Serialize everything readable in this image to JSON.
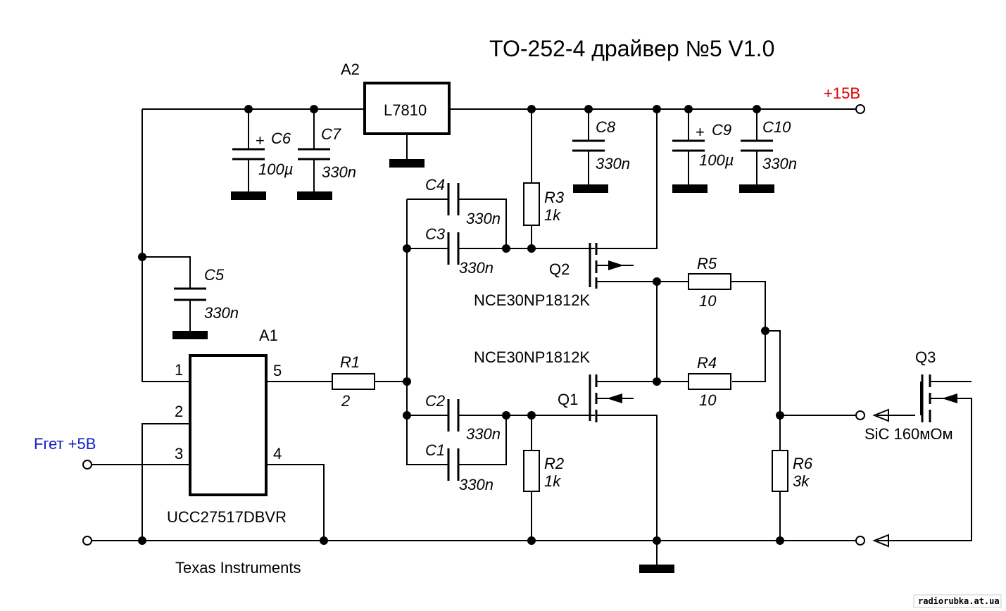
{
  "title": "TO-252-4 драйвер №5 V1.0",
  "supply_label": "+15В",
  "input_label": "Fгет +5В",
  "manufacturer": "Texas Instruments",
  "watermark": "radiorubka.at.ua",
  "components": {
    "A1": {
      "ref": "A1",
      "part": "UCC27517DBVR",
      "pins": [
        "1",
        "2",
        "3",
        "4",
        "5"
      ]
    },
    "A2": {
      "ref": "A2",
      "part": "L7810"
    },
    "C1": {
      "ref": "C1",
      "value": "330n"
    },
    "C2": {
      "ref": "C2",
      "value": "330n"
    },
    "C3": {
      "ref": "C3",
      "value": "330n"
    },
    "C4": {
      "ref": "C4",
      "value": "330n"
    },
    "C5": {
      "ref": "C5",
      "value": "330n"
    },
    "C6": {
      "ref": "C6",
      "value": "100µ",
      "polarity": "+"
    },
    "C7": {
      "ref": "C7",
      "value": "330n"
    },
    "C8": {
      "ref": "C8",
      "value": "330n"
    },
    "C9": {
      "ref": "C9",
      "value": "100µ",
      "polarity": "+"
    },
    "C10": {
      "ref": "C10",
      "value": "330n"
    },
    "R1": {
      "ref": "R1",
      "value": "2"
    },
    "R2": {
      "ref": "R2",
      "value": "1k"
    },
    "R3": {
      "ref": "R3",
      "value": "1k"
    },
    "R4": {
      "ref": "R4",
      "value": "10"
    },
    "R5": {
      "ref": "R5",
      "value": "10"
    },
    "R6": {
      "ref": "R6",
      "value": "3k"
    },
    "Q1": {
      "ref": "Q1",
      "part": "NCE30NP1812K"
    },
    "Q2": {
      "ref": "Q2",
      "part": "NCE30NP1812K"
    },
    "Q3": {
      "ref": "Q3",
      "part": "SiC 160мОм"
    }
  }
}
